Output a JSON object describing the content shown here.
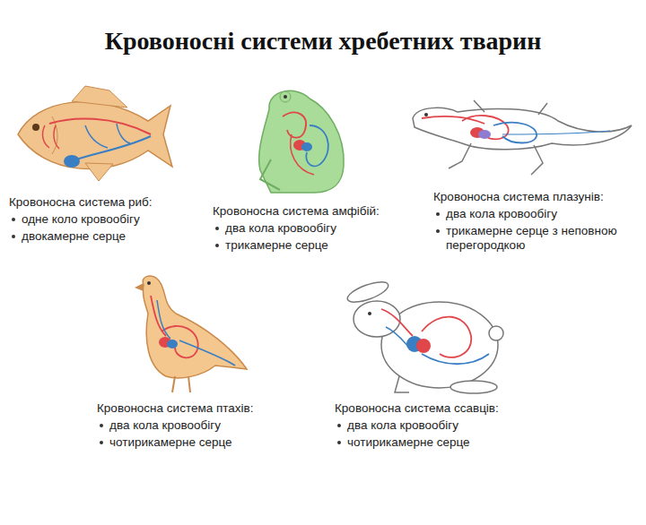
{
  "diagram": {
    "title": "Кровоносні системи хребетних тварин",
    "labels": [
      "Кровоносна система риб:",
      "одне коло кровообігу",
      "двокамерне серце",
      "Кровоносна система амфібій:",
      "два кола кровообігу",
      "трикамерне серце",
      "Кровоносна система плазунів:",
      "два кола кровообігу",
      "трикамерне серце з неповною перегородкою",
      "Кровоносна система птахів:",
      "два кола кровообігу",
      "чотирикамерне серце",
      "Кровоносна система ссавців:",
      "два кола кровообігу",
      "чотирикамерне серце"
    ]
  }
}
